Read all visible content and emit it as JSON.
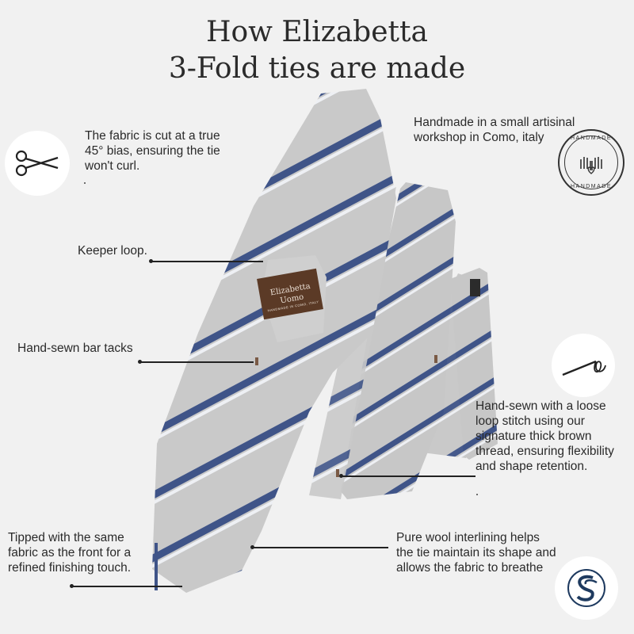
{
  "title_line1": "How Elizabetta",
  "title_line2": "3-Fold ties are made",
  "captions": {
    "bias_cut": "The fabric is cut at a true\n45° bias, ensuring the tie\nwon't curl.",
    "handmade": "Handmade in a small artisinal\nworkshop in Como, italy",
    "keeper_loop": "Keeper loop.",
    "bar_tacks": "Hand-sewn bar tacks",
    "loop_stitch": "Hand-sewn with a loose\nloop stitch using our\nsignature thick brown\nthread, ensuring flexibility\nand shape retention.",
    "tipped": "Tipped with the same\n fabric as the front for a\nrefined finishing touch.",
    "interlining": "Pure wool interlining helps\nthe tie maintain its shape and\nallows the fabric to breathe"
  },
  "label": {
    "brand": "Elizabetta Uomo",
    "subline": "HANDMADE IN COMO, ITALY"
  },
  "handmade_stamp_text": "HANDMADE",
  "colors": {
    "background": "#f1f1f1",
    "tie_fabric": "#c9c9c9",
    "stripe_navy": "#3f5488",
    "stripe_white": "#eef0f4",
    "label_brown": "#5b3a26"
  },
  "icons": [
    "scissors-icon",
    "handmade-hands-stamp-icon",
    "needle-thread-icon",
    "brand-s-logo-icon"
  ]
}
